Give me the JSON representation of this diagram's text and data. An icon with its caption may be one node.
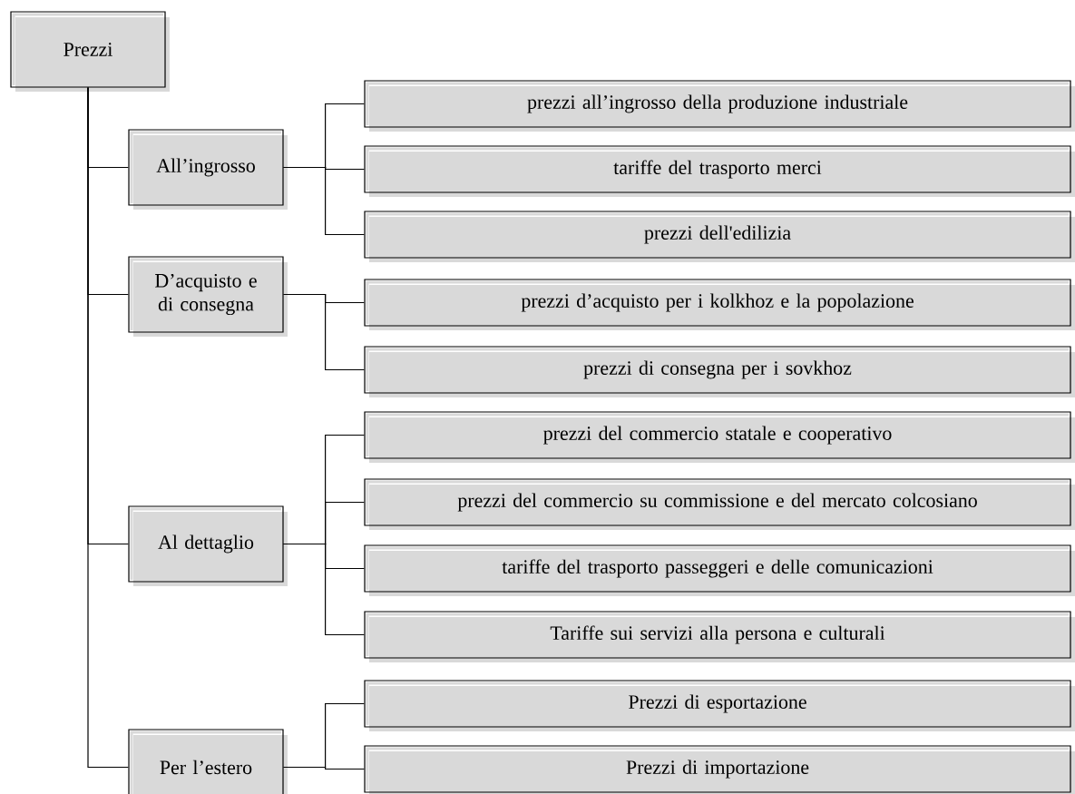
{
  "diagram": {
    "nodes": [
      {
        "text": [
          "Prezzi"
        ]
      },
      {
        "text": [
          "All’ingrosso"
        ]
      },
      {
        "text": [
          "prezzi all’ingrosso della produzione industriale"
        ]
      },
      {
        "text": [
          "tariffe del trasporto merci"
        ]
      },
      {
        "text": [
          "prezzi dell'edilizia"
        ]
      },
      {
        "text": [
          "D’acquisto e di consegna"
        ]
      },
      {
        "text": [
          "prezzi d’acquisto per i kolkhoz e la popolazione"
        ]
      },
      {
        "text": [
          "prezzi di consegna per i sovkhoz"
        ]
      },
      {
        "text": [
          "Al dettaglio"
        ]
      },
      {
        "text": [
          "prezzi del commercio statale e cooperativo"
        ]
      },
      {
        "text": [
          "prezzi del commercio su commissione e del mercato colcosiano"
        ]
      },
      {
        "text": [
          "tariffe del trasporto passeggeri e delle comunicazioni"
        ]
      },
      {
        "text": [
          "Tariffe sui servizi alla persona e culturali"
        ]
      },
      {
        "text": [
          "Per l’estero"
        ]
      },
      {
        "text": [
          "Prezzi di esportazione"
        ]
      },
      {
        "text": [
          "Prezzi di importazione"
        ]
      }
    ],
    "edges": [
      {
        "from": 0,
        "to": 1,
        "arrow": "none"
      },
      {
        "from": 1,
        "to": 2,
        "arrow": "none"
      },
      {
        "from": 1,
        "to": 3,
        "arrow": "none"
      },
      {
        "from": 1,
        "to": 4,
        "arrow": "none"
      },
      {
        "from": 0,
        "to": 5,
        "arrow": "none"
      },
      {
        "from": 5,
        "to": 6,
        "arrow": "none"
      },
      {
        "from": 5,
        "to": 7,
        "arrow": "none"
      },
      {
        "from": 0,
        "to": 8,
        "arrow": "none"
      },
      {
        "from": 8,
        "to": 9,
        "arrow": "none"
      },
      {
        "from": 8,
        "to": 10,
        "arrow": "none"
      },
      {
        "from": 8,
        "to": 11,
        "arrow": "none"
      },
      {
        "from": 8,
        "to": 12,
        "arrow": "none"
      },
      {
        "from": 0,
        "to": 13,
        "arrow": "none"
      },
      {
        "from": 13,
        "to": 14,
        "arrow": "none"
      },
      {
        "from": 13,
        "to": 15,
        "arrow": "none"
      }
    ]
  }
}
